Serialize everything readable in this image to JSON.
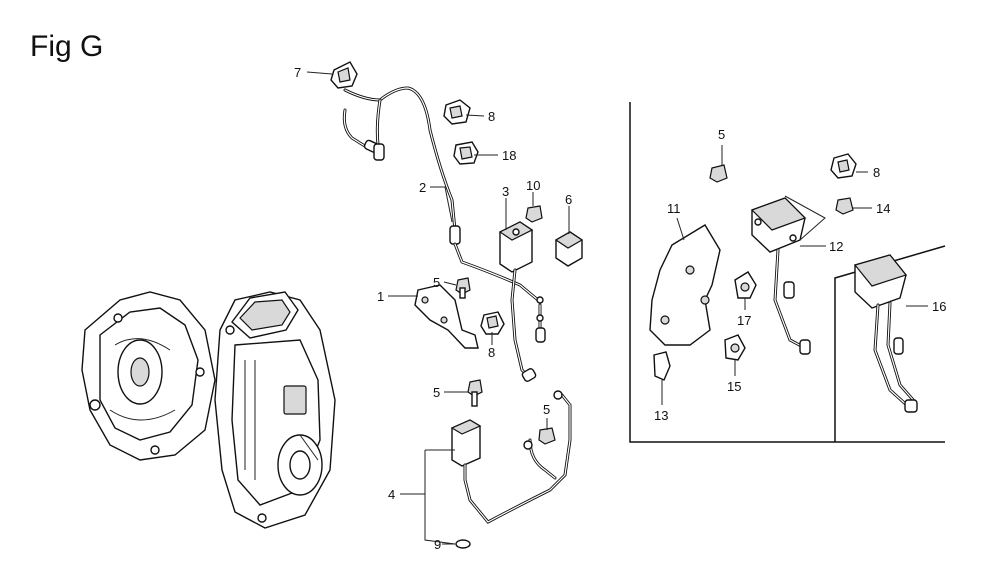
{
  "figure_title": "Fig G",
  "callouts": {
    "c1": "1",
    "c2": "2",
    "c3": "3",
    "c4": "4",
    "c5a": "5",
    "c5b": "5",
    "c5c": "5",
    "c5d": "5",
    "c6": "6",
    "c7": "7",
    "c8a": "8",
    "c8b": "8",
    "c8c": "8",
    "c9": "9",
    "c10": "10",
    "c11": "11",
    "c12": "12",
    "c13": "13",
    "c14": "14",
    "c15": "15",
    "c16": "16",
    "c17": "17",
    "c18": "18"
  }
}
